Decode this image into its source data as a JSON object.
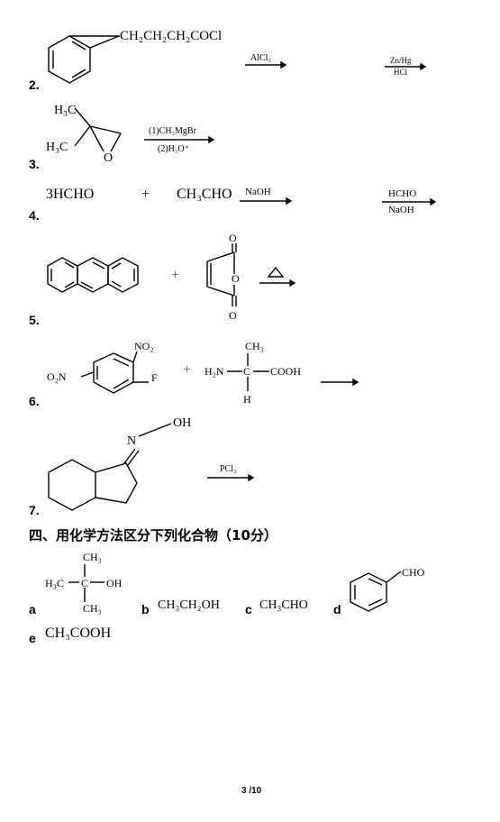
{
  "q2": {
    "number": "2.",
    "chain": "CH₂CH₂CH₂COCl",
    "reagent1": "AlCl₃",
    "reagent2_top": "Zn/Hg",
    "reagent2_bottom": "HCl"
  },
  "q3": {
    "number": "3.",
    "methyl_top": "H₃C",
    "methyl_bottom": "H₃C",
    "oxygen": "O",
    "reagent_top": "(1)CH₃MgBr",
    "reagent_bottom": "(2)H₃O⁺"
  },
  "q4": {
    "number": "4.",
    "reactant1": "3HCHO",
    "plus": "+",
    "reactant2": "CH₃CHO",
    "reagent1": "NaOH",
    "reagent2_top": "HCHO",
    "reagent2_bottom": "NaOH"
  },
  "q5": {
    "number": "5.",
    "plus": "+",
    "o_top": "O",
    "o_ring": "O",
    "o_bottom": "O"
  },
  "q6": {
    "number": "6.",
    "no2_top": "NO₂",
    "no2_left": "O₂N",
    "fluoro": "F",
    "plus": "+",
    "ch3": "CH₃",
    "h2n": "H₂N",
    "c": "C",
    "cooh": "COOH",
    "h": "H"
  },
  "q7": {
    "number": "7.",
    "n": "N",
    "oh": "OH",
    "reagent": "PCl₃"
  },
  "section4": {
    "heading": "四、用化学方法区分下列化合物（",
    "points": "10",
    "heading_end": "分）",
    "items": {
      "a_label": "a",
      "a_ch3_top": "CH₃",
      "a_h3c": "H₃C",
      "a_c": "C",
      "a_oh": "OH",
      "a_ch3_bottom": "CH₃",
      "b_label": "b",
      "b_formula": "CH₃CH₂OH",
      "c_label": "c",
      "c_formula": "CH₃CHO",
      "d_label": "d",
      "d_cho": "CHO",
      "e_label": "e",
      "e_formula": "CH₃COOH"
    }
  },
  "footer": {
    "page": "3",
    "total": "/10"
  }
}
